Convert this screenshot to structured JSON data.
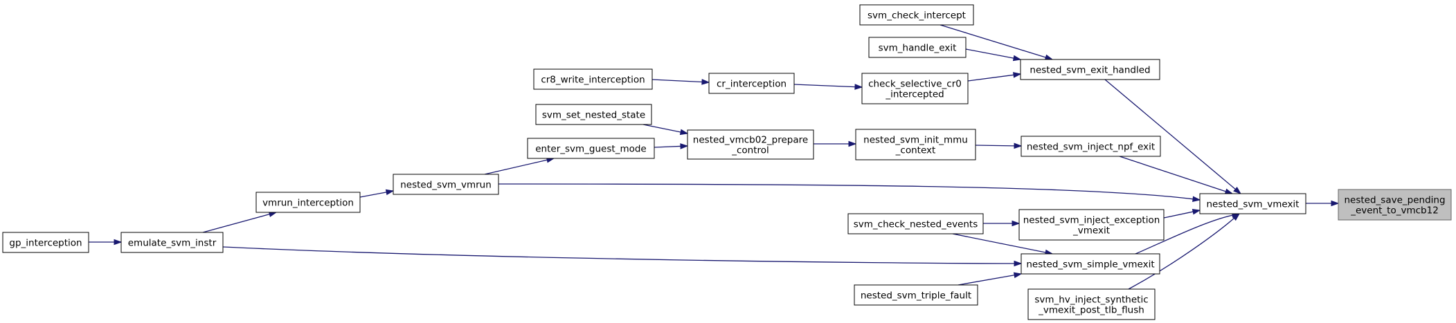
{
  "graph": {
    "title": "",
    "nodes": [
      {
        "id": "root",
        "lines": [
          "nested_save_pending",
          "_event_to_vmcb12"
        ]
      },
      {
        "id": "nested_svm_vmexit",
        "lines": [
          "nested_svm_vmexit"
        ]
      },
      {
        "id": "nested_svm_exit_handled",
        "lines": [
          "nested_svm_exit_handled"
        ]
      },
      {
        "id": "svm_check_intercept",
        "lines": [
          "svm_check_intercept"
        ]
      },
      {
        "id": "svm_handle_exit",
        "lines": [
          "svm_handle_exit"
        ]
      },
      {
        "id": "check_selective_cr0_intercepted",
        "lines": [
          "check_selective_cr0",
          "_intercepted"
        ]
      },
      {
        "id": "cr_interception",
        "lines": [
          "cr_interception"
        ]
      },
      {
        "id": "cr8_write_interception",
        "lines": [
          "cr8_write_interception"
        ]
      },
      {
        "id": "nested_svm_inject_npf_exit",
        "lines": [
          "nested_svm_inject_npf_exit"
        ]
      },
      {
        "id": "nested_svm_init_mmu_context",
        "lines": [
          "nested_svm_init_mmu",
          "_context"
        ]
      },
      {
        "id": "nested_vmcb02_prepare_control",
        "lines": [
          "nested_vmcb02_prepare",
          "_control"
        ]
      },
      {
        "id": "svm_set_nested_state",
        "lines": [
          "svm_set_nested_state"
        ]
      },
      {
        "id": "enter_svm_guest_mode",
        "lines": [
          "enter_svm_guest_mode"
        ]
      },
      {
        "id": "nested_svm_vmrun",
        "lines": [
          "nested_svm_vmrun"
        ]
      },
      {
        "id": "vmrun_interception",
        "lines": [
          "vmrun_interception"
        ]
      },
      {
        "id": "emulate_svm_instr",
        "lines": [
          "emulate_svm_instr"
        ]
      },
      {
        "id": "gp_interception",
        "lines": [
          "gp_interception"
        ]
      },
      {
        "id": "nested_svm_inject_exception_vmexit",
        "lines": [
          "nested_svm_inject_exception",
          "_vmexit"
        ]
      },
      {
        "id": "svm_check_nested_events",
        "lines": [
          "svm_check_nested_events"
        ]
      },
      {
        "id": "nested_svm_simple_vmexit",
        "lines": [
          "nested_svm_simple_vmexit"
        ]
      },
      {
        "id": "nested_svm_triple_fault",
        "lines": [
          "nested_svm_triple_fault"
        ]
      },
      {
        "id": "svm_hv_inject_synthetic_vmexit_post_tlb_flush",
        "lines": [
          "svm_hv_inject_synthetic",
          "_vmexit_post_tlb_flush"
        ]
      }
    ],
    "edges": [
      {
        "from": "nested_svm_vmexit",
        "to": "root"
      },
      {
        "from": "nested_svm_exit_handled",
        "to": "nested_svm_vmexit"
      },
      {
        "from": "svm_check_intercept",
        "to": "nested_svm_exit_handled"
      },
      {
        "from": "svm_handle_exit",
        "to": "nested_svm_exit_handled"
      },
      {
        "from": "check_selective_cr0_intercepted",
        "to": "nested_svm_exit_handled"
      },
      {
        "from": "cr_interception",
        "to": "check_selective_cr0_intercepted"
      },
      {
        "from": "cr8_write_interception",
        "to": "cr_interception"
      },
      {
        "from": "nested_svm_inject_npf_exit",
        "to": "nested_svm_vmexit"
      },
      {
        "from": "nested_svm_init_mmu_context",
        "to": "nested_svm_inject_npf_exit"
      },
      {
        "from": "nested_vmcb02_prepare_control",
        "to": "nested_svm_init_mmu_context"
      },
      {
        "from": "svm_set_nested_state",
        "to": "nested_vmcb02_prepare_control"
      },
      {
        "from": "enter_svm_guest_mode",
        "to": "nested_vmcb02_prepare_control"
      },
      {
        "from": "nested_svm_vmrun",
        "to": "enter_svm_guest_mode"
      },
      {
        "from": "vmrun_interception",
        "to": "nested_svm_vmrun"
      },
      {
        "from": "emulate_svm_instr",
        "to": "vmrun_interception"
      },
      {
        "from": "gp_interception",
        "to": "emulate_svm_instr"
      },
      {
        "from": "nested_svm_vmrun",
        "to": "nested_svm_vmexit"
      },
      {
        "from": "nested_svm_inject_exception_vmexit",
        "to": "nested_svm_vmexit"
      },
      {
        "from": "svm_check_nested_events",
        "to": "nested_svm_inject_exception_vmexit"
      },
      {
        "from": "nested_svm_simple_vmexit",
        "to": "nested_svm_vmexit"
      },
      {
        "from": "svm_check_nested_events",
        "to": "nested_svm_simple_vmexit"
      },
      {
        "from": "emulate_svm_instr",
        "to": "nested_svm_simple_vmexit"
      },
      {
        "from": "nested_svm_triple_fault",
        "to": "nested_svm_simple_vmexit"
      },
      {
        "from": "svm_hv_inject_synthetic_vmexit_post_tlb_flush",
        "to": "nested_svm_vmexit"
      }
    ]
  }
}
